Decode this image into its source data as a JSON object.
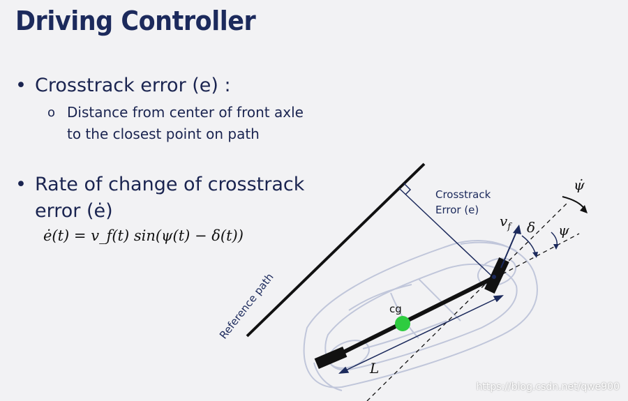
{
  "slide": {
    "title": "Driving Controller",
    "bullet1": "Crosstrack error (e) :",
    "sub1_line1": "Distance from center of front axle",
    "sub1_line2": "to the closest point on path",
    "bullet2_line1": "Rate of change of crosstrack",
    "bullet2_line2": "error (ė)",
    "equation": "ė(t) = v_f(t) sin(ψ(t) − δ(t))",
    "bullet_symbol": "•",
    "sub_bullet_symbol": "o"
  },
  "diagram": {
    "crosstrack_label_1": "Crosstrack",
    "crosstrack_label_2": "Error (e)",
    "reference_path_label": "Reference path",
    "cg_label": "cg",
    "vf_label": "v",
    "vf_sub": "f",
    "delta_label": "δ",
    "psi_label": "ψ",
    "psi_dot_label": "ψ̇",
    "L_label": "L",
    "colors": {
      "path": "#111111",
      "wheelbase": "#111111",
      "cg": "#2ecc40",
      "annotation": "#1c2a5c",
      "car_outline": "#b8bfd6"
    }
  },
  "watermark": "https://blog.csdn.net/qwe900"
}
